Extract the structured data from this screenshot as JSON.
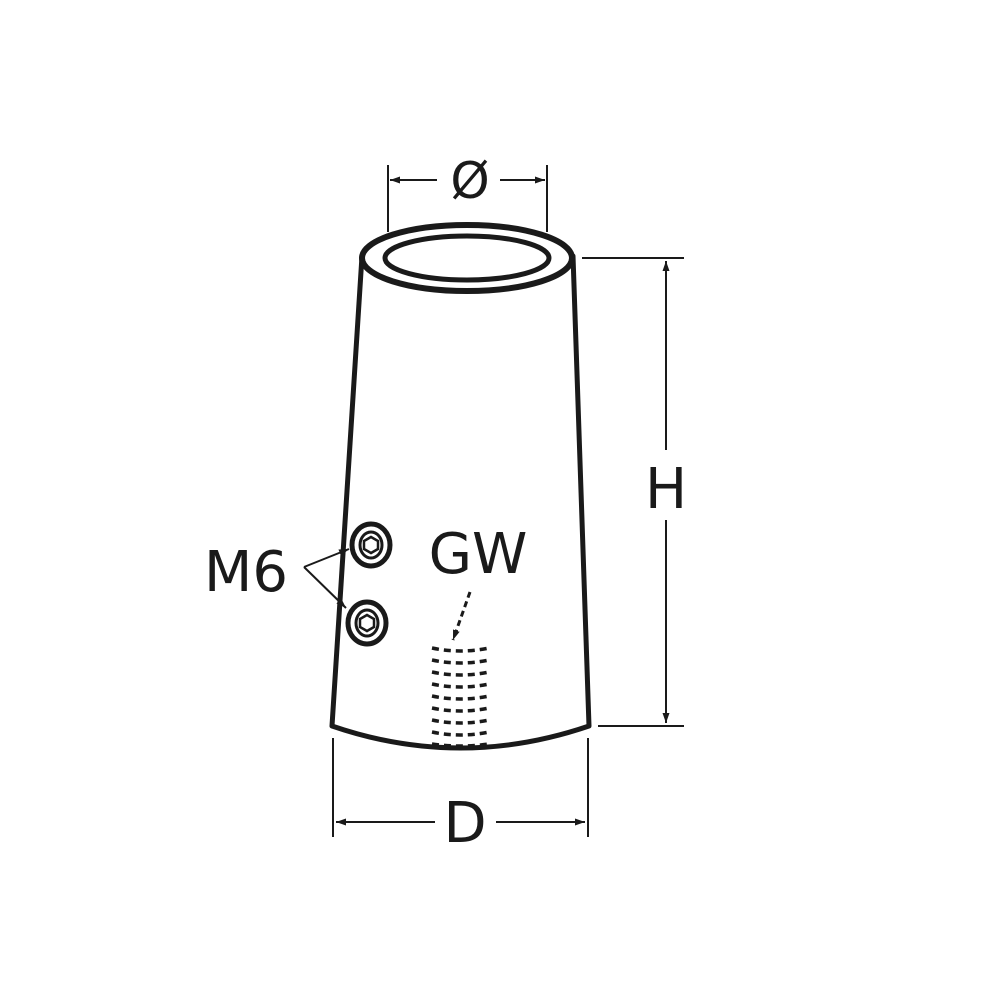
{
  "labels": {
    "diameter": "Ø",
    "height": "H",
    "base_diameter": "D",
    "set_screw": "M6",
    "internal_thread": "GW"
  },
  "colors": {
    "line": "#1a1a1a",
    "background": "#ffffff"
  }
}
